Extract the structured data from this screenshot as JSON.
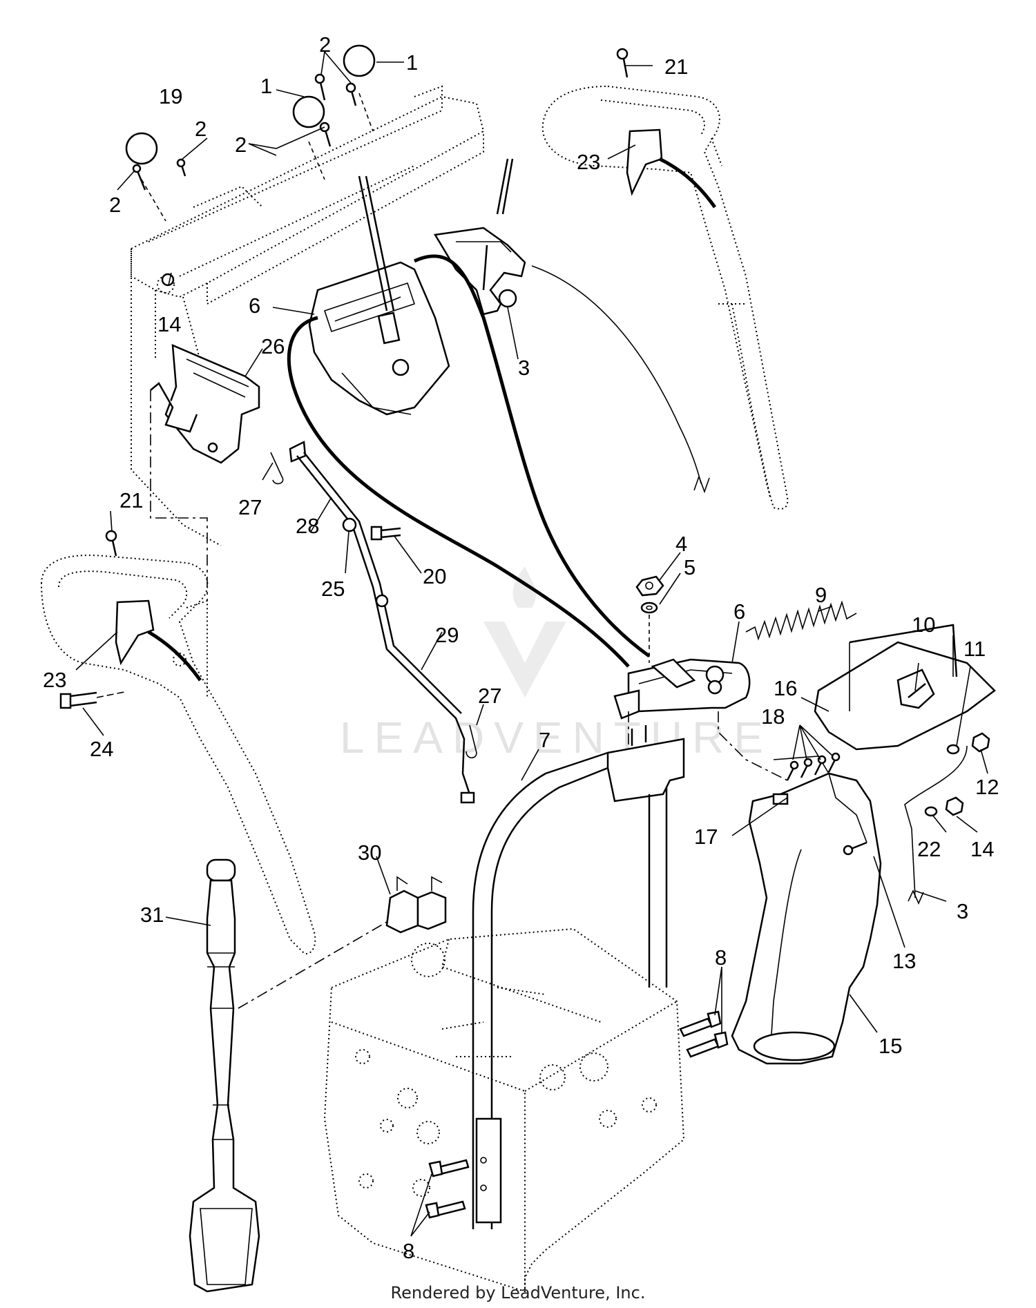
{
  "diagram": {
    "type": "exploded-parts-diagram",
    "callouts": [
      {
        "id": "c1a",
        "label": "1"
      },
      {
        "id": "c1b",
        "label": "1"
      },
      {
        "id": "c2a",
        "label": "2"
      },
      {
        "id": "c2b",
        "label": "2"
      },
      {
        "id": "c2c",
        "label": "2"
      },
      {
        "id": "c2d",
        "label": "2"
      },
      {
        "id": "c3a",
        "label": "3"
      },
      {
        "id": "c3b",
        "label": "3"
      },
      {
        "id": "c4",
        "label": "4"
      },
      {
        "id": "c5",
        "label": "5"
      },
      {
        "id": "c6a",
        "label": "6"
      },
      {
        "id": "c6b",
        "label": "6"
      },
      {
        "id": "c7",
        "label": "7"
      },
      {
        "id": "c8a",
        "label": "8"
      },
      {
        "id": "c8b",
        "label": "8"
      },
      {
        "id": "c9",
        "label": "9"
      },
      {
        "id": "c10",
        "label": "10"
      },
      {
        "id": "c11",
        "label": "11"
      },
      {
        "id": "c12",
        "label": "12"
      },
      {
        "id": "c13",
        "label": "13"
      },
      {
        "id": "c14a",
        "label": "14"
      },
      {
        "id": "c14b",
        "label": "14"
      },
      {
        "id": "c15",
        "label": "15"
      },
      {
        "id": "c16",
        "label": "16"
      },
      {
        "id": "c17",
        "label": "17"
      },
      {
        "id": "c18",
        "label": "18"
      },
      {
        "id": "c19",
        "label": "19"
      },
      {
        "id": "c20",
        "label": "20"
      },
      {
        "id": "c21a",
        "label": "21"
      },
      {
        "id": "c21b",
        "label": "21"
      },
      {
        "id": "c22",
        "label": "22"
      },
      {
        "id": "c23a",
        "label": "23"
      },
      {
        "id": "c23b",
        "label": "23"
      },
      {
        "id": "c24",
        "label": "24"
      },
      {
        "id": "c25",
        "label": "25"
      },
      {
        "id": "c26",
        "label": "26"
      },
      {
        "id": "c27a",
        "label": "27"
      },
      {
        "id": "c27b",
        "label": "27"
      },
      {
        "id": "c28",
        "label": "28"
      },
      {
        "id": "c29",
        "label": "29"
      },
      {
        "id": "c30",
        "label": "30"
      },
      {
        "id": "c31",
        "label": "31"
      }
    ]
  },
  "watermark": "LEADVENTURE",
  "footer": "Rendered by LeadVenture, Inc."
}
